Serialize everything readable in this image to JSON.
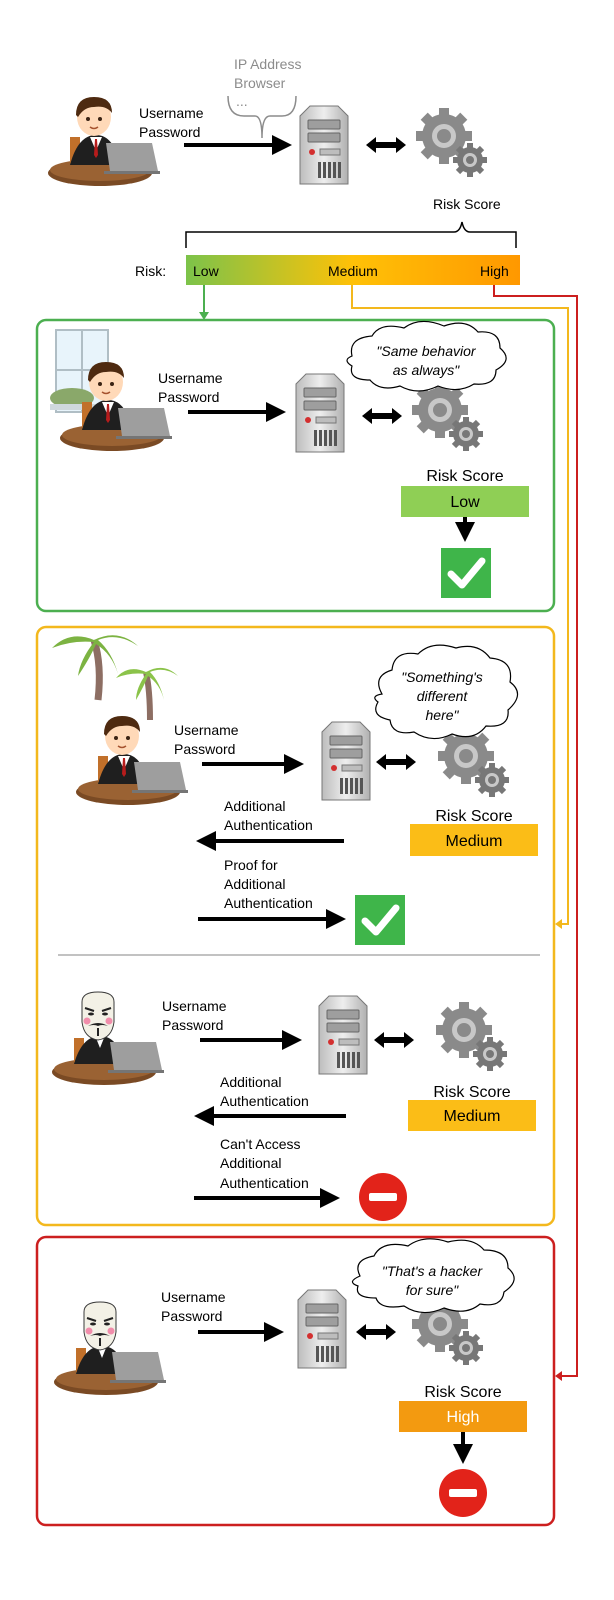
{
  "top": {
    "credentials": [
      "Username",
      "Password"
    ],
    "extra_info": [
      "IP Address",
      "Browser",
      "..."
    ],
    "risk_score_label": "Risk Score",
    "risk_label": "Risk:",
    "levels": [
      "Low",
      "Medium",
      "High"
    ]
  },
  "scenario_low": {
    "credentials": [
      "Username",
      "Password"
    ],
    "thought": [
      "\"Same behavior",
      "as always\""
    ],
    "risk_score_label": "Risk Score",
    "level": "Low"
  },
  "scenario_medium_a": {
    "credentials": [
      "Username",
      "Password"
    ],
    "thought": [
      "\"Something's",
      "different",
      "here\""
    ],
    "risk_score_label": "Risk Score",
    "level": "Medium",
    "request": [
      "Additional",
      "Authentication"
    ],
    "response": [
      "Proof for",
      "Additional",
      "Authentication"
    ]
  },
  "scenario_medium_b": {
    "credentials": [
      "Username",
      "Password"
    ],
    "risk_score_label": "Risk Score",
    "level": "Medium",
    "request": [
      "Additional",
      "Authentication"
    ],
    "response": [
      "Can't Access",
      "Additional",
      "Authentication"
    ]
  },
  "scenario_high": {
    "credentials": [
      "Username",
      "Password"
    ],
    "thought": [
      "\"That's a hacker",
      "for sure\""
    ],
    "risk_score_label": "Risk Score",
    "level": "High"
  },
  "colors": {
    "green": "#4caf50",
    "low_box": "#8fcf55",
    "yellow": "#f3b81d",
    "medium_box": "#fbbd17",
    "red": "#cc1f1f",
    "high_box": "#f39a10",
    "check": "#3fb54a",
    "stop": "#e2231a"
  }
}
